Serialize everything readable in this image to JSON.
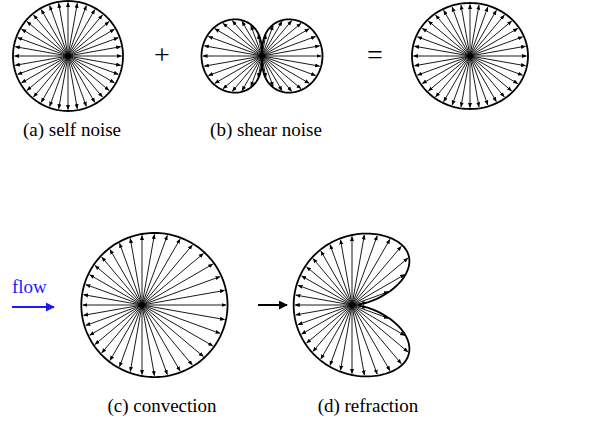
{
  "diagram": {
    "labels": [
      "+",
      "=",
      "(a) self noise",
      "(b) shear noise",
      "flow",
      "(c) convection",
      "(d) refraction"
    ]
  }
}
